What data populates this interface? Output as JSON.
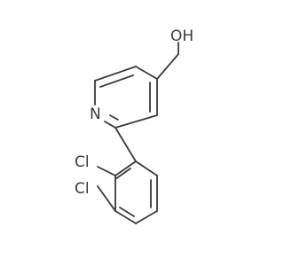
{
  "molecule": {
    "atoms": {
      "hydroxyl": "OH",
      "ring_nitrogen": "N",
      "chlorine_ortho": "Cl",
      "chlorine_meta": "Cl"
    },
    "colors": {
      "bond": "#3a3a3a",
      "label": "#3a3a3a",
      "background": "#ffffff"
    }
  }
}
